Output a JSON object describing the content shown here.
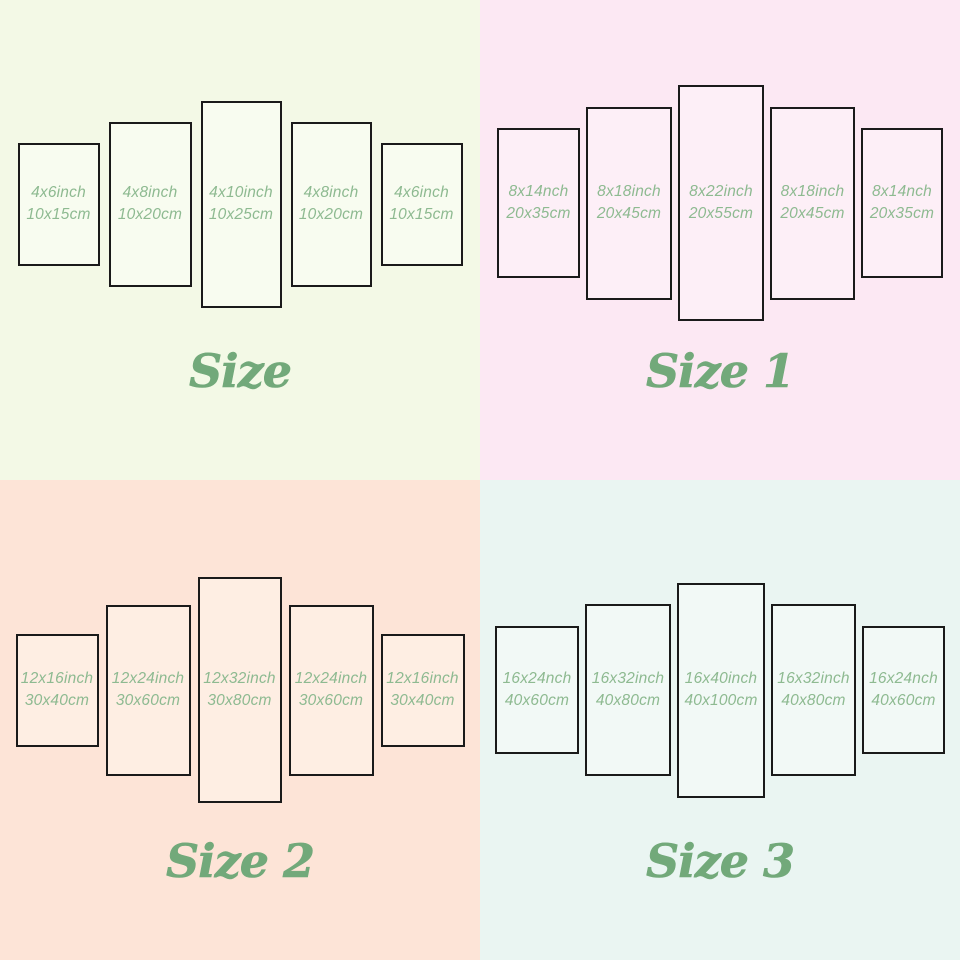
{
  "colors": {
    "panel_border": "#1a1a1a",
    "label_green": "#8eba91",
    "title_green": "#72a97a"
  },
  "quadrants": [
    {
      "title": "Size",
      "bg": "#f3f9e6",
      "panel_bg": "#f8fcf0",
      "panels": [
        {
          "inch": "4x6inch",
          "cm": "10x15cm"
        },
        {
          "inch": "4x8inch",
          "cm": "10x20cm"
        },
        {
          "inch": "4x10inch",
          "cm": "10x25cm"
        },
        {
          "inch": "4x8inch",
          "cm": "10x20cm"
        },
        {
          "inch": "4x6inch",
          "cm": "10x15cm"
        }
      ]
    },
    {
      "title": "Size 1",
      "bg": "#fce8f3",
      "panel_bg": "#fdeff7",
      "panels": [
        {
          "inch": "8x14nch",
          "cm": "20x35cm"
        },
        {
          "inch": "8x18inch",
          "cm": "20x45cm"
        },
        {
          "inch": "8x22inch",
          "cm": "20x55cm"
        },
        {
          "inch": "8x18inch",
          "cm": "20x45cm"
        },
        {
          "inch": "8x14nch",
          "cm": "20x35cm"
        }
      ]
    },
    {
      "title": "Size 2",
      "bg": "#fde4d7",
      "panel_bg": "#feeee3",
      "panels": [
        {
          "inch": "12x16inch",
          "cm": "30x40cm"
        },
        {
          "inch": "12x24inch",
          "cm": "30x60cm"
        },
        {
          "inch": "12x32inch",
          "cm": "30x80cm"
        },
        {
          "inch": "12x24inch",
          "cm": "30x60cm"
        },
        {
          "inch": "12x16inch",
          "cm": "30x40cm"
        }
      ]
    },
    {
      "title": "Size 3",
      "bg": "#eaf5f2",
      "panel_bg": "#f2f9f6",
      "panels": [
        {
          "inch": "16x24nch",
          "cm": "40x60cm"
        },
        {
          "inch": "16x32inch",
          "cm": "40x80cm"
        },
        {
          "inch": "16x40inch",
          "cm": "40x100cm"
        },
        {
          "inch": "16x32inch",
          "cm": "40x80cm"
        },
        {
          "inch": "16x24nch",
          "cm": "40x60cm"
        }
      ]
    }
  ]
}
